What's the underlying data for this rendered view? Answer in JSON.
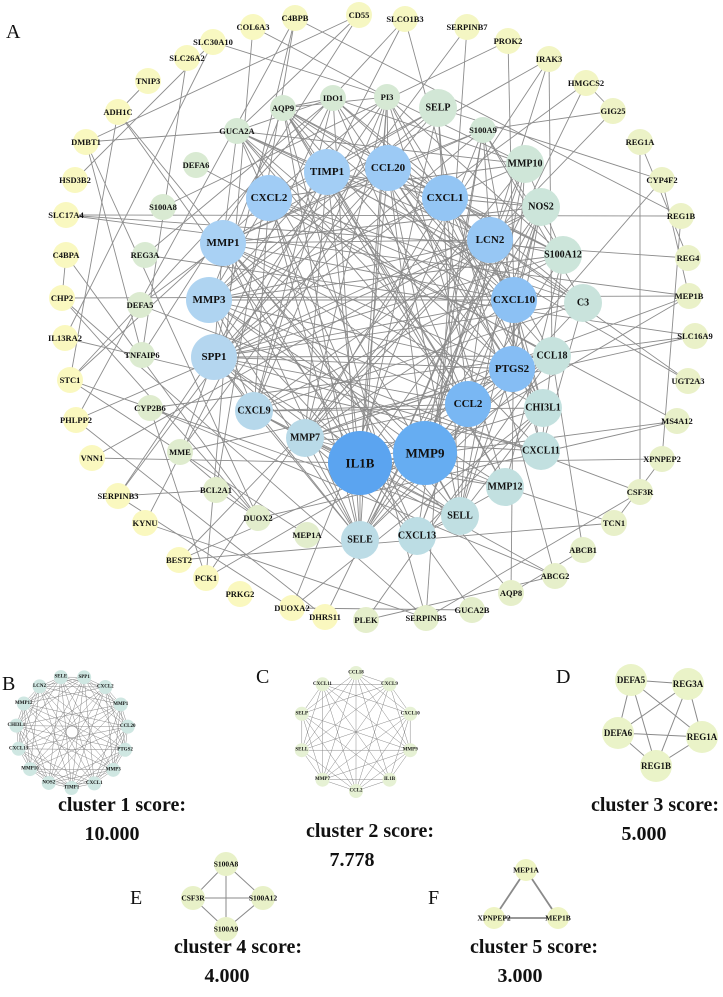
{
  "panels": {
    "A": {
      "letter": "A",
      "nodes": [
        {
          "id": "IL1B",
          "size": "xl",
          "color": "#5ba4f0"
        },
        {
          "id": "MMP9",
          "size": "xl",
          "color": "#66adf2"
        },
        {
          "id": "CCL2",
          "size": "l",
          "color": "#79b7f3"
        },
        {
          "id": "PTGS2",
          "size": "l",
          "color": "#85bdf4"
        },
        {
          "id": "CXCL10",
          "size": "l",
          "color": "#8cc1f4"
        },
        {
          "id": "LCN2",
          "size": "l",
          "color": "#97c7f4"
        },
        {
          "id": "CXCL1",
          "size": "l",
          "color": "#93c5f4"
        },
        {
          "id": "CCL20",
          "size": "l",
          "color": "#9ccaf5"
        },
        {
          "id": "TIMP1",
          "size": "l",
          "color": "#a3cef5"
        },
        {
          "id": "CXCL2",
          "size": "l",
          "color": "#a0ccf5"
        },
        {
          "id": "MMP1",
          "size": "l",
          "color": "#a9d1f4"
        },
        {
          "id": "MMP3",
          "size": "l",
          "color": "#afd4f1"
        },
        {
          "id": "SPP1",
          "size": "l",
          "color": "#b4d6ef"
        },
        {
          "id": "CXCL9",
          "size": "m",
          "color": "#b6d8eb"
        },
        {
          "id": "MMP7",
          "size": "m",
          "color": "#b9dae8"
        },
        {
          "id": "SELE",
          "size": "m",
          "color": "#bcdce6"
        },
        {
          "id": "CXCL13",
          "size": "m",
          "color": "#bcdde4"
        },
        {
          "id": "SELL",
          "size": "m",
          "color": "#c0dfe2"
        },
        {
          "id": "MMP12",
          "size": "m",
          "color": "#c2e0e0"
        },
        {
          "id": "CXCL11",
          "size": "m",
          "color": "#c2e0e0"
        },
        {
          "id": "CHI3L1",
          "size": "m",
          "color": "#c3e1df"
        },
        {
          "id": "CCL18",
          "size": "m",
          "color": "#c6e2dd"
        },
        {
          "id": "C3",
          "size": "m",
          "color": "#c9e3dc"
        },
        {
          "id": "S100A12",
          "size": "m",
          "color": "#cce5da"
        },
        {
          "id": "NOS2",
          "size": "m",
          "color": "#cce5da"
        },
        {
          "id": "MMP10",
          "size": "m",
          "color": "#cfe6d8"
        },
        {
          "id": "S100A9",
          "size": "s",
          "color": "#d2e7d6"
        },
        {
          "id": "SELP",
          "size": "m",
          "color": "#d2e7d6"
        },
        {
          "id": "PI3",
          "size": "s",
          "color": "#d6e9d4"
        },
        {
          "id": "IDO1",
          "size": "s",
          "color": "#d6e9d4"
        },
        {
          "id": "AQP9",
          "size": "s",
          "color": "#d6e9d4"
        },
        {
          "id": "GUCA2A",
          "size": "s",
          "color": "#d6e9d4"
        },
        {
          "id": "DEFA6",
          "size": "s",
          "color": "#d9ead2"
        },
        {
          "id": "S100A8",
          "size": "s",
          "color": "#d9ead2"
        },
        {
          "id": "REG3A",
          "size": "s",
          "color": "#d9ead2"
        },
        {
          "id": "DEFA5",
          "size": "s",
          "color": "#dcebd0"
        },
        {
          "id": "TNFAIP6",
          "size": "s",
          "color": "#dcebd0"
        },
        {
          "id": "CYP2B6",
          "size": "s",
          "color": "#dfecce"
        },
        {
          "id": "MME",
          "size": "s",
          "color": "#dfecce"
        },
        {
          "id": "BCL2A1",
          "size": "s",
          "color": "#e2edcc"
        },
        {
          "id": "DUOX2",
          "size": "s",
          "color": "#e2edcc"
        },
        {
          "id": "MEP1A",
          "size": "s",
          "color": "#e2edcc"
        },
        {
          "id": "PLEK",
          "size": "s",
          "color": "#e4eecb"
        },
        {
          "id": "SERPINB5",
          "size": "s",
          "color": "#e4eecb"
        },
        {
          "id": "GUCA2B",
          "size": "s",
          "color": "#e4eecb"
        },
        {
          "id": "AQP8",
          "size": "s",
          "color": "#e6efca"
        },
        {
          "id": "ABCG2",
          "size": "s",
          "color": "#e6efca"
        },
        {
          "id": "ABCB1",
          "size": "s",
          "color": "#e6efca"
        },
        {
          "id": "TCN1",
          "size": "s",
          "color": "#e8f0c9"
        },
        {
          "id": "CSF3R",
          "size": "s",
          "color": "#e8f0c9"
        },
        {
          "id": "XPNPEP2",
          "size": "s",
          "color": "#e8f0c9"
        },
        {
          "id": "MS4A12",
          "size": "s",
          "color": "#e8f0c9"
        },
        {
          "id": "UGT2A3",
          "size": "s",
          "color": "#eaf1c8"
        },
        {
          "id": "SLC16A9",
          "size": "s",
          "color": "#eaf1c8"
        },
        {
          "id": "MEP1B",
          "size": "s",
          "color": "#eaf1c8"
        },
        {
          "id": "REG4",
          "size": "s",
          "color": "#eaf1c8"
        },
        {
          "id": "REG1B",
          "size": "s",
          "color": "#ecf2c7"
        },
        {
          "id": "CYP4F2",
          "size": "s",
          "color": "#ecf2c7"
        },
        {
          "id": "REG1A",
          "size": "s",
          "color": "#ecf2c7"
        },
        {
          "id": "GIG25",
          "size": "s",
          "color": "#eef3c6"
        },
        {
          "id": "HMGCS2",
          "size": "s",
          "color": "#f2f5c4"
        },
        {
          "id": "IRAK3",
          "size": "s",
          "color": "#f2f5c4"
        },
        {
          "id": "PROK2",
          "size": "s",
          "color": "#f4f6c3"
        },
        {
          "id": "SERPINB7",
          "size": "s",
          "color": "#f4f6c3"
        },
        {
          "id": "SLCO1B3",
          "size": "s",
          "color": "#f6f7c2"
        },
        {
          "id": "CD55",
          "size": "s",
          "color": "#f6f7c2"
        },
        {
          "id": "C4BPB",
          "size": "s",
          "color": "#f6f7c2"
        },
        {
          "id": "COL6A3",
          "size": "s",
          "color": "#f8f8c1"
        },
        {
          "id": "SLC30A10",
          "size": "s",
          "color": "#f8f8c1"
        },
        {
          "id": "SLC26A2",
          "size": "s",
          "color": "#f8f8c1"
        },
        {
          "id": "TNIP3",
          "size": "s",
          "color": "#f8f8c1"
        },
        {
          "id": "ADH1C",
          "size": "s",
          "color": "#f9f8c0"
        },
        {
          "id": "DMBT1",
          "size": "s",
          "color": "#f9f8c0"
        },
        {
          "id": "HSD3B2",
          "size": "s",
          "color": "#f9f8c0"
        },
        {
          "id": "SLC17A4",
          "size": "s",
          "color": "#f9f8c0"
        },
        {
          "id": "C4BPA",
          "size": "s",
          "color": "#f9f8c0"
        },
        {
          "id": "CHP2",
          "size": "s",
          "color": "#faf8bf"
        },
        {
          "id": "IL13RA2",
          "size": "s",
          "color": "#faf8bf"
        },
        {
          "id": "STC1",
          "size": "s",
          "color": "#faf8bf"
        },
        {
          "id": "PHLPP2",
          "size": "s",
          "color": "#faf8bf"
        },
        {
          "id": "VNN1",
          "size": "s",
          "color": "#faf8bf"
        },
        {
          "id": "SERPINB3",
          "size": "s",
          "color": "#faf8bf"
        },
        {
          "id": "KYNU",
          "size": "s",
          "color": "#faf8bf"
        },
        {
          "id": "BEST2",
          "size": "s",
          "color": "#faf8bf"
        },
        {
          "id": "PCK1",
          "size": "s",
          "color": "#faf8bf"
        },
        {
          "id": "PRKG2",
          "size": "s",
          "color": "#faf8bf"
        },
        {
          "id": "DUOXA2",
          "size": "s",
          "color": "#faf8bf"
        },
        {
          "id": "DHRS11",
          "size": "s",
          "color": "#faf8bf"
        }
      ]
    },
    "B": {
      "letter": "B",
      "caption_line1": "cluster 1 score:",
      "caption_line2": "10.000",
      "nodes": [
        "SELE",
        "SPP1",
        "CXCL2",
        "MMP1",
        "CCL20",
        "PTGS2",
        "MMP3",
        "CXCL1",
        "TIMP1",
        "NOS2",
        "MMP10",
        "CXCL13",
        "CHI3L1",
        "MMP12",
        "LCN2"
      ]
    },
    "C": {
      "letter": "C",
      "caption_line1": "cluster 2 score:",
      "caption_line2": "7.778",
      "nodes": [
        "CCL18",
        "CXCL9",
        "CXCL10",
        "MMP9",
        "IL1B",
        "CCL2",
        "MMP7",
        "SELL",
        "SELP",
        "CXCL11"
      ]
    },
    "D": {
      "letter": "D",
      "caption_line1": "cluster 3 score:",
      "caption_line2": "5.000",
      "nodes": [
        "DEFA5",
        "REG3A",
        "REG1A",
        "REG1B",
        "DEFA6"
      ]
    },
    "E": {
      "letter": "E",
      "caption_line1": "cluster 4 score:",
      "caption_line2": "4.000",
      "nodes": [
        "S100A8",
        "S100A12",
        "S100A9",
        "CSF3R"
      ]
    },
    "F": {
      "letter": "F",
      "caption_line1": "cluster 5 score:",
      "caption_line2": "3.000",
      "nodes": [
        "MEP1A",
        "MEP1B",
        "XPNPEP2"
      ]
    }
  }
}
